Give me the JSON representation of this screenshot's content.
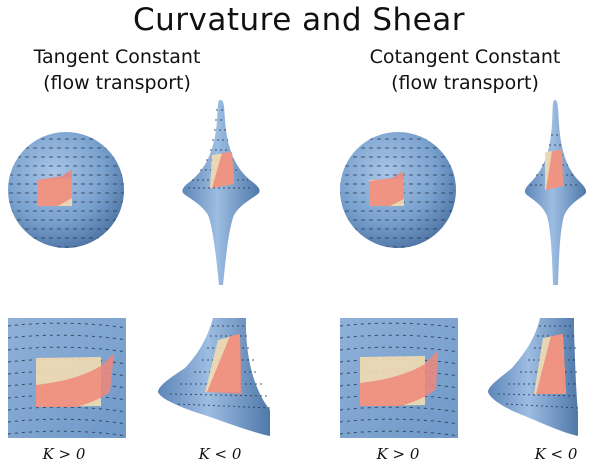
{
  "title": "Curvature and Shear",
  "panels": [
    {
      "label_line1": "Tangent Constant",
      "label_line2": "(flow transport)"
    },
    {
      "label_line1": "Cotangent Constant",
      "label_line2": "(flow transport)"
    }
  ],
  "curvature_labels": [
    "K > 0",
    "K < 0",
    "K > 0",
    "K < 0"
  ],
  "colors": {
    "surface": "#7aa2cf",
    "surface_dark": "#4e78a8",
    "patch_light": "#f3dcb0",
    "patch_red": "#f0877a"
  }
}
